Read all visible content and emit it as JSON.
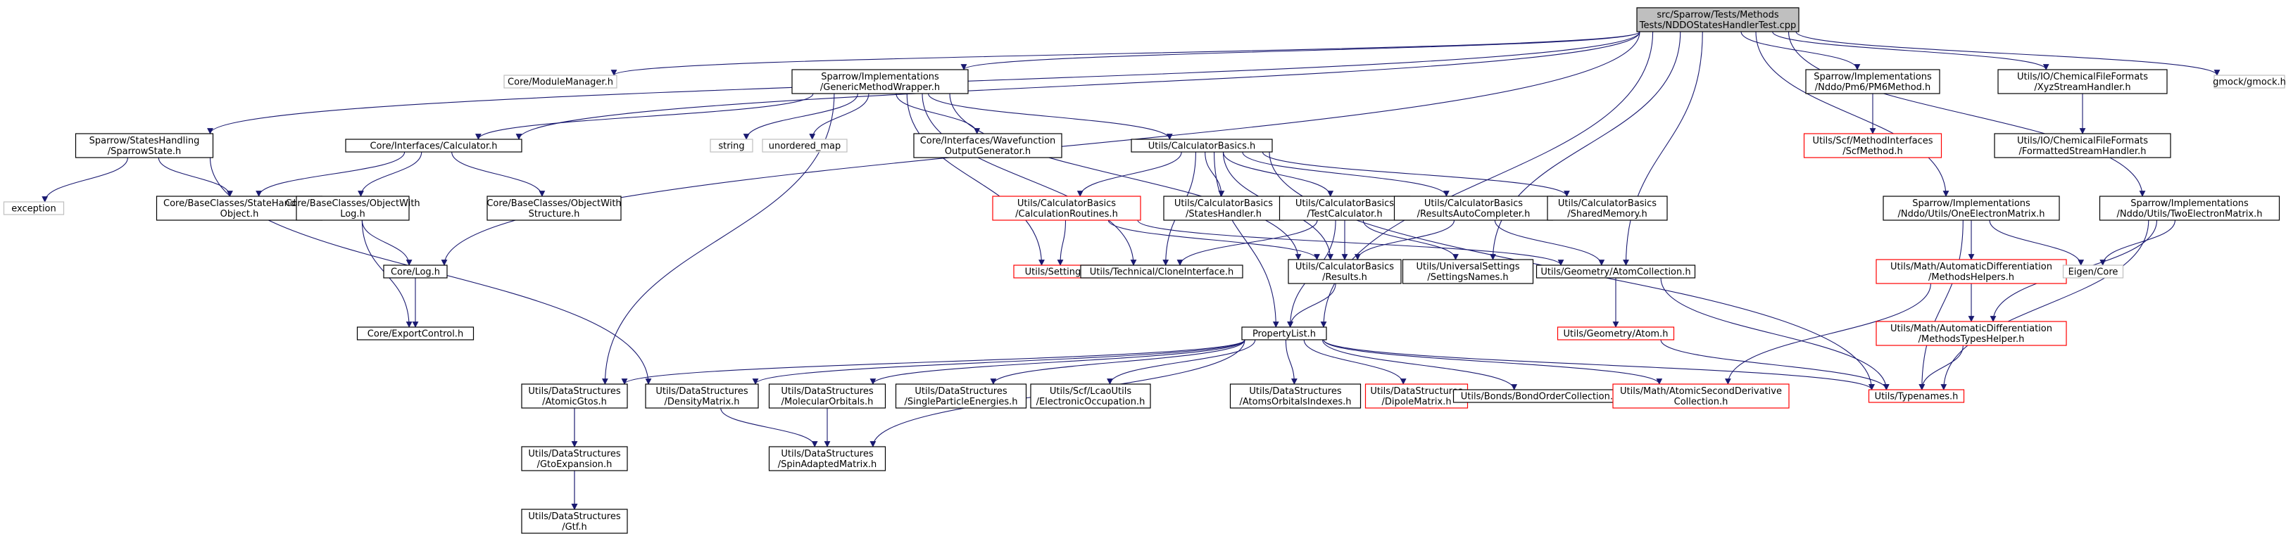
{
  "colors": {
    "root_fill": "#bfbfbf",
    "node_fill": "#ffffff",
    "border_normal": "#000000",
    "border_truncated": "#ff0000",
    "border_external": "#bfbfbf",
    "edge": "#191970"
  },
  "nodes": [
    {
      "id": "root",
      "lines": [
        "src/Sparrow/Tests/Methods",
        "Tests/NDDOStatesHandlerTest.cpp"
      ],
      "kind": "root"
    },
    {
      "id": "modmgr",
      "lines": [
        "Core/ModuleManager.h"
      ],
      "kind": "external"
    },
    {
      "id": "gmw",
      "lines": [
        "Sparrow/Implementations",
        "/GenericMethodWrapper.h"
      ],
      "kind": "normal"
    },
    {
      "id": "pm6",
      "lines": [
        "Sparrow/Implementations",
        "/Nddo/Pm6/PM6Method.h"
      ],
      "kind": "normal"
    },
    {
      "id": "xyz",
      "lines": [
        "Utils/IO/ChemicalFileFormats",
        "/XyzStreamHandler.h"
      ],
      "kind": "normal"
    },
    {
      "id": "gmock",
      "lines": [
        "gmock/gmock.h"
      ],
      "kind": "external"
    },
    {
      "id": "sparrowstate",
      "lines": [
        "Sparrow/StatesHandling",
        "/SparrowState.h"
      ],
      "kind": "normal"
    },
    {
      "id": "calculator",
      "lines": [
        "Core/Interfaces/Calculator.h"
      ],
      "kind": "normal"
    },
    {
      "id": "string",
      "lines": [
        "string"
      ],
      "kind": "external"
    },
    {
      "id": "umap",
      "lines": [
        "unordered_map"
      ],
      "kind": "external"
    },
    {
      "id": "wfout",
      "lines": [
        "Core/Interfaces/Wavefunction",
        "OutputGenerator.h"
      ],
      "kind": "normal"
    },
    {
      "id": "calcbasics",
      "lines": [
        "Utils/CalculatorBasics.h"
      ],
      "kind": "normal"
    },
    {
      "id": "scfmethod",
      "lines": [
        "Utils/Scf/MethodInterfaces",
        "/ScfMethod.h"
      ],
      "kind": "truncated"
    },
    {
      "id": "formatted",
      "lines": [
        "Utils/IO/ChemicalFileFormats",
        "/FormattedStreamHandler.h"
      ],
      "kind": "normal"
    },
    {
      "id": "exception",
      "lines": [
        "exception"
      ],
      "kind": "external"
    },
    {
      "id": "statehandable",
      "lines": [
        "Core/BaseClasses/StateHandable",
        "Object.h"
      ],
      "kind": "normal"
    },
    {
      "id": "objlog",
      "lines": [
        "Core/BaseClasses/ObjectWith",
        "Log.h"
      ],
      "kind": "normal"
    },
    {
      "id": "objstruct",
      "lines": [
        "Core/BaseClasses/ObjectWith",
        "Structure.h"
      ],
      "kind": "normal"
    },
    {
      "id": "calcroutines",
      "lines": [
        "Utils/CalculatorBasics",
        "/CalculationRoutines.h"
      ],
      "kind": "truncated"
    },
    {
      "id": "stateshandler",
      "lines": [
        "Utils/CalculatorBasics",
        "/StatesHandler.h"
      ],
      "kind": "normal"
    },
    {
      "id": "testcalc",
      "lines": [
        "Utils/CalculatorBasics",
        "/TestCalculator.h"
      ],
      "kind": "normal"
    },
    {
      "id": "resauto",
      "lines": [
        "Utils/CalculatorBasics",
        "/ResultsAutoCompleter.h"
      ],
      "kind": "normal"
    },
    {
      "id": "sharedmem",
      "lines": [
        "Utils/CalculatorBasics",
        "/SharedMemory.h"
      ],
      "kind": "normal"
    },
    {
      "id": "oneel",
      "lines": [
        "Sparrow/Implementations",
        "/Nddo/Utils/OneElectronMatrix.h"
      ],
      "kind": "normal"
    },
    {
      "id": "twoel",
      "lines": [
        "Sparrow/Implementations",
        "/Nddo/Utils/TwoElectronMatrix.h"
      ],
      "kind": "normal"
    },
    {
      "id": "log",
      "lines": [
        "Core/Log.h"
      ],
      "kind": "normal"
    },
    {
      "id": "settings",
      "lines": [
        "Utils/Settings.h"
      ],
      "kind": "truncated"
    },
    {
      "id": "clone",
      "lines": [
        "Utils/Technical/CloneInterface.h"
      ],
      "kind": "normal"
    },
    {
      "id": "results",
      "lines": [
        "Utils/CalculatorBasics",
        "/Results.h"
      ],
      "kind": "normal"
    },
    {
      "id": "setnames",
      "lines": [
        "Utils/UniversalSettings",
        "/SettingsNames.h"
      ],
      "kind": "normal"
    },
    {
      "id": "atomcoll",
      "lines": [
        "Utils/Geometry/AtomCollection.h"
      ],
      "kind": "normal"
    },
    {
      "id": "methhelpers",
      "lines": [
        "Utils/Math/AutomaticDifferentiation",
        "/MethodsHelpers.h"
      ],
      "kind": "truncated"
    },
    {
      "id": "eigen",
      "lines": [
        "Eigen/Core"
      ],
      "kind": "external"
    },
    {
      "id": "exportctl",
      "lines": [
        "Core/ExportControl.h"
      ],
      "kind": "normal"
    },
    {
      "id": "proplist",
      "lines": [
        "PropertyList.h"
      ],
      "kind": "normal"
    },
    {
      "id": "atom",
      "lines": [
        "Utils/Geometry/Atom.h"
      ],
      "kind": "truncated"
    },
    {
      "id": "methtypes",
      "lines": [
        "Utils/Math/AutomaticDifferentiation",
        "/MethodsTypesHelper.h"
      ],
      "kind": "truncated"
    },
    {
      "id": "atomicgtos",
      "lines": [
        "Utils/DataStructures",
        "/AtomicGtos.h"
      ],
      "kind": "normal"
    },
    {
      "id": "density",
      "lines": [
        "Utils/DataStructures",
        "/DensityMatrix.h"
      ],
      "kind": "normal"
    },
    {
      "id": "molorb",
      "lines": [
        "Utils/DataStructures",
        "/MolecularOrbitals.h"
      ],
      "kind": "normal"
    },
    {
      "id": "singlepart",
      "lines": [
        "Utils/DataStructures",
        "/SingleParticleEnergies.h"
      ],
      "kind": "normal"
    },
    {
      "id": "lcao",
      "lines": [
        "Utils/Scf/LcaoUtils",
        "/ElectronicOccupation.h"
      ],
      "kind": "normal"
    },
    {
      "id": "aoidx",
      "lines": [
        "Utils/DataStructures",
        "/AtomsOrbitalsIndexes.h"
      ],
      "kind": "normal"
    },
    {
      "id": "dipole",
      "lines": [
        "Utils/DataStructures",
        "/DipoleMatrix.h"
      ],
      "kind": "truncated"
    },
    {
      "id": "bondorder",
      "lines": [
        "Utils/Bonds/BondOrderCollection.h"
      ],
      "kind": "normal"
    },
    {
      "id": "atomicsecond",
      "lines": [
        "Utils/Math/AtomicSecondDerivative",
        "Collection.h"
      ],
      "kind": "truncated"
    },
    {
      "id": "typenames",
      "lines": [
        "Utils/Typenames.h"
      ],
      "kind": "truncated"
    },
    {
      "id": "gtoexp",
      "lines": [
        "Utils/DataStructures",
        "/GtoExpansion.h"
      ],
      "kind": "normal"
    },
    {
      "id": "spinadapted",
      "lines": [
        "Utils/DataStructures",
        "/SpinAdaptedMatrix.h"
      ],
      "kind": "normal"
    },
    {
      "id": "gtf",
      "lines": [
        "Utils/DataStructures",
        "/Gtf.h"
      ],
      "kind": "normal"
    }
  ],
  "edges": [
    [
      "root",
      "modmgr"
    ],
    [
      "root",
      "gmw"
    ],
    [
      "root",
      "pm6"
    ],
    [
      "root",
      "xyz"
    ],
    [
      "root",
      "gmock"
    ],
    [
      "root",
      "sparrowstate"
    ],
    [
      "root",
      "calculator"
    ],
    [
      "root",
      "log"
    ],
    [
      "root",
      "oneel"
    ],
    [
      "root",
      "twoel"
    ],
    [
      "root",
      "atomcoll"
    ],
    [
      "root",
      "proplist"
    ],
    [
      "root",
      "setnames"
    ],
    [
      "gmw",
      "calculator"
    ],
    [
      "gmw",
      "string"
    ],
    [
      "gmw",
      "umap"
    ],
    [
      "gmw",
      "wfout"
    ],
    [
      "gmw",
      "calcbasics"
    ],
    [
      "gmw",
      "settings"
    ],
    [
      "gmw",
      "atomicgtos"
    ],
    [
      "gmw",
      "clone"
    ],
    [
      "gmw",
      "results"
    ],
    [
      "pm6",
      "scfmethod"
    ],
    [
      "xyz",
      "formatted"
    ],
    [
      "sparrowstate",
      "exception"
    ],
    [
      "sparrowstate",
      "statehandable"
    ],
    [
      "sparrowstate",
      "density"
    ],
    [
      "calculator",
      "statehandable"
    ],
    [
      "calculator",
      "objlog"
    ],
    [
      "calculator",
      "objstruct"
    ],
    [
      "objlog",
      "log"
    ],
    [
      "objlog",
      "exportctl"
    ],
    [
      "log",
      "exportctl"
    ],
    [
      "calcbasics",
      "calcroutines"
    ],
    [
      "calcbasics",
      "stateshandler"
    ],
    [
      "calcbasics",
      "testcalc"
    ],
    [
      "calcbasics",
      "resauto"
    ],
    [
      "calcbasics",
      "sharedmem"
    ],
    [
      "calcbasics",
      "proplist"
    ],
    [
      "calcbasics",
      "results"
    ],
    [
      "calcbasics",
      "typenames"
    ],
    [
      "calcbasics",
      "clone"
    ],
    [
      "calcroutines",
      "settings"
    ],
    [
      "calcroutines",
      "results"
    ],
    [
      "calcroutines",
      "atomcoll"
    ],
    [
      "testcalc",
      "clone"
    ],
    [
      "testcalc",
      "results"
    ],
    [
      "testcalc",
      "setnames"
    ],
    [
      "testcalc",
      "proplist"
    ],
    [
      "resauto",
      "results"
    ],
    [
      "resauto",
      "atomcoll"
    ],
    [
      "results",
      "proplist"
    ],
    [
      "atomcoll",
      "atom"
    ],
    [
      "atomcoll",
      "typenames"
    ],
    [
      "atom",
      "typenames"
    ],
    [
      "oneel",
      "methhelpers"
    ],
    [
      "oneel",
      "eigen"
    ],
    [
      "oneel",
      "typenames"
    ],
    [
      "twoel",
      "eigen"
    ],
    [
      "twoel",
      "methtypes"
    ],
    [
      "twoel",
      "typenames"
    ],
    [
      "methhelpers",
      "methtypes"
    ],
    [
      "methhelpers",
      "atomicsecond"
    ],
    [
      "methtypes",
      "typenames"
    ],
    [
      "proplist",
      "atomicgtos"
    ],
    [
      "proplist",
      "density"
    ],
    [
      "proplist",
      "molorb"
    ],
    [
      "proplist",
      "singlepart"
    ],
    [
      "proplist",
      "lcao"
    ],
    [
      "proplist",
      "aoidx"
    ],
    [
      "proplist",
      "dipole"
    ],
    [
      "proplist",
      "bondorder"
    ],
    [
      "proplist",
      "atomicsecond"
    ],
    [
      "proplist",
      "typenames"
    ],
    [
      "proplist",
      "spinadapted"
    ],
    [
      "atomicgtos",
      "gtoexp"
    ],
    [
      "atomicgtos",
      "gtf"
    ],
    [
      "gtoexp",
      "gtf"
    ],
    [
      "density",
      "spinadapted"
    ],
    [
      "molorb",
      "spinadapted"
    ]
  ]
}
